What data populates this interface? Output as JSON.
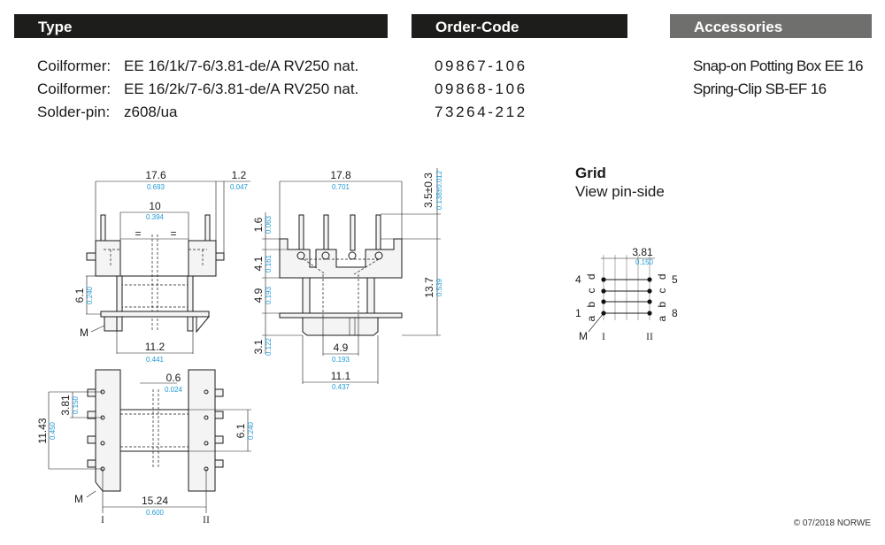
{
  "headers": {
    "type": "Type",
    "order_code": "Order-Code",
    "accessories": "Accessories"
  },
  "items": [
    {
      "label": "Coilformer:",
      "type": "EE 16/1k/7-6/3.81-de/A RV250 nat.",
      "order_code": "09867-106"
    },
    {
      "label": "Coilformer:",
      "type": "EE 16/2k/7-6/3.81-de/A RV250 nat.",
      "order_code": "09868-106"
    },
    {
      "label": "Solder-pin:",
      "type": "z608/ua",
      "order_code": "73264-212"
    }
  ],
  "accessories": [
    "Snap-on Potting Box EE 16",
    "Spring-Clip SB-EF 16"
  ],
  "grid": {
    "title": "Grid",
    "subtitle": "View pin-side",
    "pitch_mm": "3.81",
    "pitch_in": "0.150",
    "left_numbers": [
      "4",
      "1"
    ],
    "right_numbers": [
      "5",
      "8"
    ],
    "left_letters": "a b c d",
    "right_letters": "a b c d",
    "marker": "M",
    "row_labels": [
      "I",
      "II"
    ]
  },
  "front_view": {
    "width_mm": "17.6",
    "width_in": "0.693",
    "pin_mm": "1.2",
    "pin_in": "0.047",
    "inner_mm": "10",
    "inner_in": "0.394",
    "equal": "=",
    "height_mm": "6.1",
    "height_in": "0.240",
    "base_mm": "11.2",
    "base_in": "0.441",
    "marker": "M"
  },
  "side_view": {
    "width_mm": "17.8",
    "width_in": "0.701",
    "pin_len_mm": "3.5±0.3",
    "pin_len_in": "0.138±0.012",
    "d1_mm": "1.6",
    "d1_in": "0.063",
    "d2_mm": "4.1",
    "d2_in": "0.161",
    "d3_mm": "4.9",
    "d3_in": "0.193",
    "d4_mm": "3.1",
    "d4_in": "0.122",
    "total_mm": "13.7",
    "total_in": "0.539",
    "inner_mm": "4.9",
    "inner_in": "0.193",
    "base_mm": "11.1",
    "base_in": "0.437"
  },
  "bottom_view": {
    "gap_mm": "0.6",
    "gap_in": "0.024",
    "pitch_mm": "3.81",
    "pitch_in": "0.150",
    "span_mm": "11.43",
    "span_in": "0.450",
    "height_mm": "6.1",
    "height_in": "0.240",
    "row_mm": "15.24",
    "row_in": "0.600",
    "marker": "M",
    "row_labels": [
      "I",
      "II"
    ]
  },
  "footer": "© 07/2018 NORWE"
}
